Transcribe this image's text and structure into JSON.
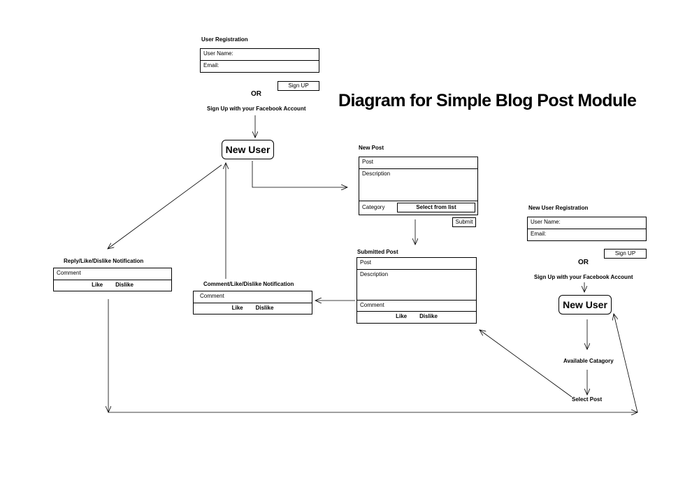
{
  "title": "Diagram for Simple Blog Post Module",
  "registration": {
    "heading": "User Registration",
    "username_label": "User Name:",
    "email_label": "Email:",
    "signup_button": "Sign UP",
    "or_text": "OR",
    "facebook_text": "Sign Up with your Facebook Account",
    "node_label": "New User"
  },
  "new_post": {
    "heading": "New Post",
    "post_label": "Post",
    "description_label": "Description",
    "category_label": "Category",
    "category_select": "Select from list",
    "submit_button": "Submit"
  },
  "submitted_post": {
    "heading": "Submitted Post",
    "post_label": "Post",
    "description_label": "Description",
    "comment_label": "Comment",
    "like": "Like",
    "dislike": "Dislike"
  },
  "comment_notification": {
    "heading": "Comment/Like/Dislike Notification",
    "comment_label": "Comment",
    "like": "Like",
    "dislike": "Dislike"
  },
  "reply_notification": {
    "heading": "Reply/Like/Dislike Notification",
    "comment_label": "Comment",
    "like": "Like",
    "dislike": "Dislike"
  },
  "new_registration": {
    "heading": "New User Registration",
    "username_label": "User Name:",
    "email_label": "Email:",
    "signup_button": "Sign UP",
    "or_text": "OR",
    "facebook_text": "Sign Up with your Facebook Account",
    "node_label": "New User",
    "available_category": "Available Catagory",
    "select_post": "Select Post"
  }
}
